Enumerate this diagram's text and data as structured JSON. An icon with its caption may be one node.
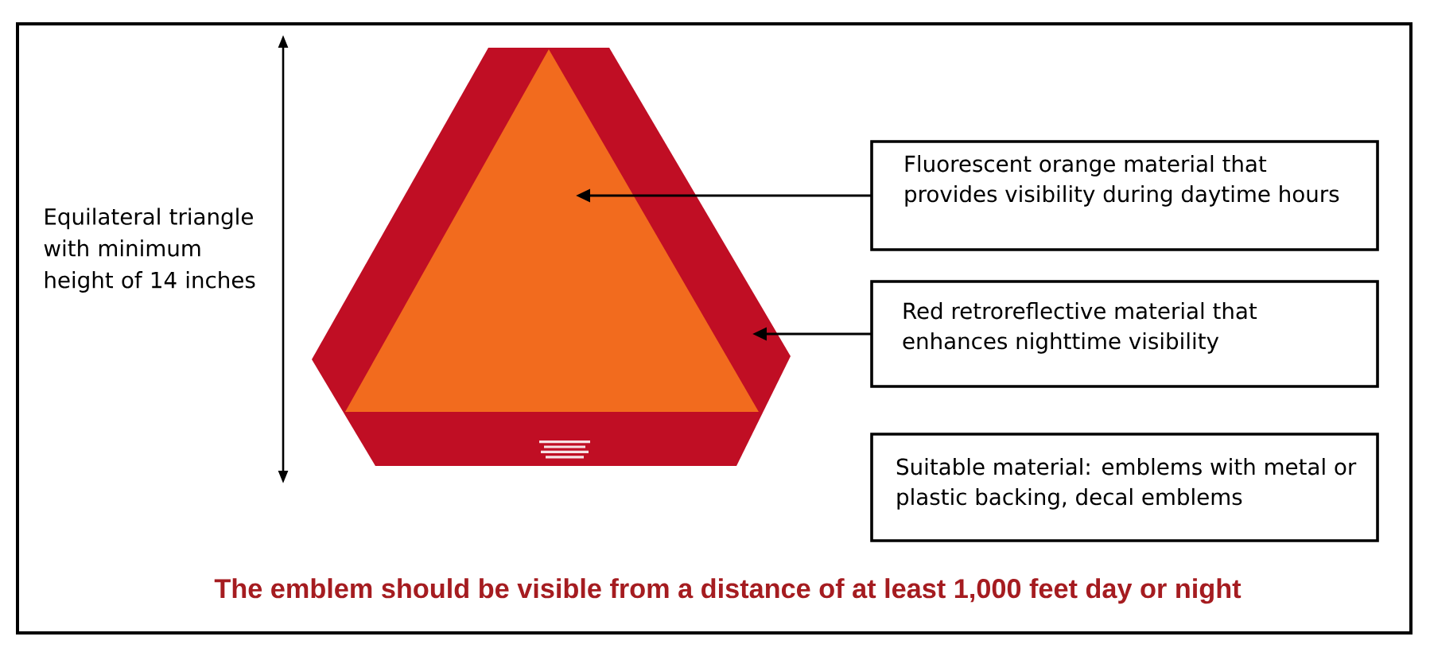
{
  "diagram": {
    "caption": "The emblem should be visible from a distance of at least 1,000 feet day or night",
    "nodes": [
      {
        "text": [],
        "shape": "hexagon"
      },
      {
        "text": [],
        "shape": "triangle",
        "in": 0
      },
      {
        "text": [
          "Fluorescent orange material that provides visibility during daytime hours"
        ]
      },
      {
        "text": [
          "Red retroreflective material that enhances nighttime visibility"
        ]
      },
      {
        "text": [
          "Suitable material: emblems with metal or plastic backing, decal emblems"
        ]
      }
    ],
    "edges": [
      {
        "from": 2,
        "to": 1,
        "arrow": "to"
      },
      {
        "from": 3,
        "to": 0,
        "arrow": "to"
      }
    ],
    "labels": [
      "Equilateral triangle with minimum height of 14 inches"
    ]
  }
}
